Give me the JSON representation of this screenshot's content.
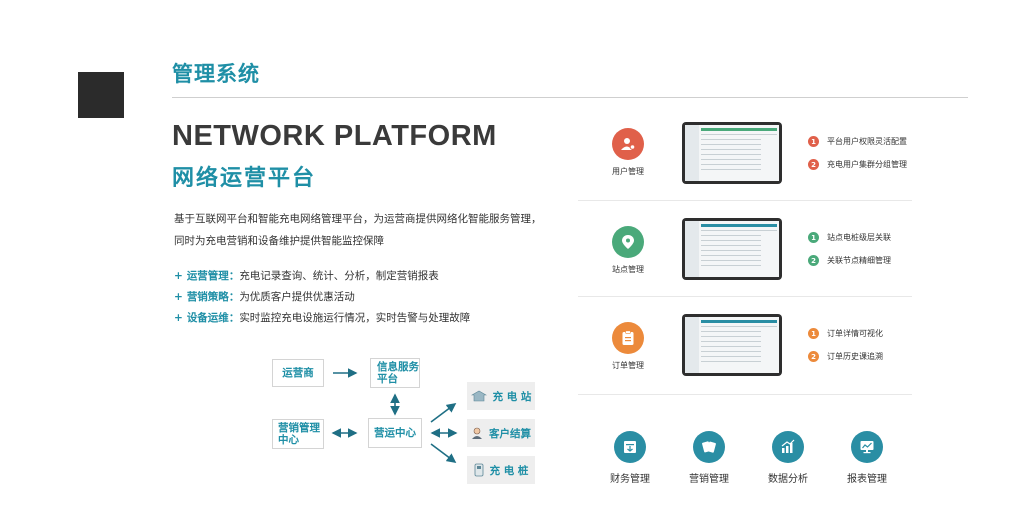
{
  "section": {
    "title": "管理系统"
  },
  "headline": {
    "en": "NETWORK PLATFORM",
    "cn": "网络运营平台"
  },
  "intro": "基于互联网平台和智能充电网络管理平台，为运营商提供网络化智能服务管理，同时为充电营销和设备维护提供智能监控保障",
  "features": [
    {
      "name": "运营管理",
      "sep": "：",
      "desc": "充电记录查询、统计、分析，制定营销报表"
    },
    {
      "name": "营销策略",
      "sep": "：",
      "desc": "为优质客户提供优惠活动"
    },
    {
      "name": "设备运维",
      "sep": "：",
      "desc": "实时监控充电设施运行情况，实时告警与处理故障"
    }
  ],
  "diagram": {
    "operator": "运营商",
    "info_platform_l1": "信息服务",
    "info_platform_l2": "平台",
    "marketing_l1": "营销管理",
    "marketing_l2": "中心",
    "ops_center": "营运中心",
    "station": "充 电 站",
    "settlement": "客户结算",
    "pile": "充 电 桩"
  },
  "modules": [
    {
      "label": "用户管理",
      "color": "#e0604a",
      "icon": "user-gear-icon",
      "bullets": [
        {
          "n": "1",
          "text": "平台用户权限灵活配置"
        },
        {
          "n": "2",
          "text": "充电用户集群分组管理"
        }
      ]
    },
    {
      "label": "站点管理",
      "color": "#4aa97a",
      "icon": "location-pin-icon",
      "bullets": [
        {
          "n": "1",
          "text": "站点电桩级层关联"
        },
        {
          "n": "2",
          "text": "关联节点精细管理"
        }
      ]
    },
    {
      "label": "订单管理",
      "color": "#ec8a3b",
      "icon": "clipboard-icon",
      "bullets": [
        {
          "n": "1",
          "text": "订单详情可视化"
        },
        {
          "n": "2",
          "text": "订单历史课追溯"
        }
      ]
    }
  ],
  "bottom": [
    {
      "label": "财务管理",
      "icon": "finance-icon"
    },
    {
      "label": "营销管理",
      "icon": "marketing-icon"
    },
    {
      "label": "数据分析",
      "icon": "data-analysis-icon"
    },
    {
      "label": "报表管理",
      "icon": "report-icon"
    }
  ],
  "colors": {
    "accent": "#1f8fa6",
    "icon_bg": "#2a8ea4"
  }
}
